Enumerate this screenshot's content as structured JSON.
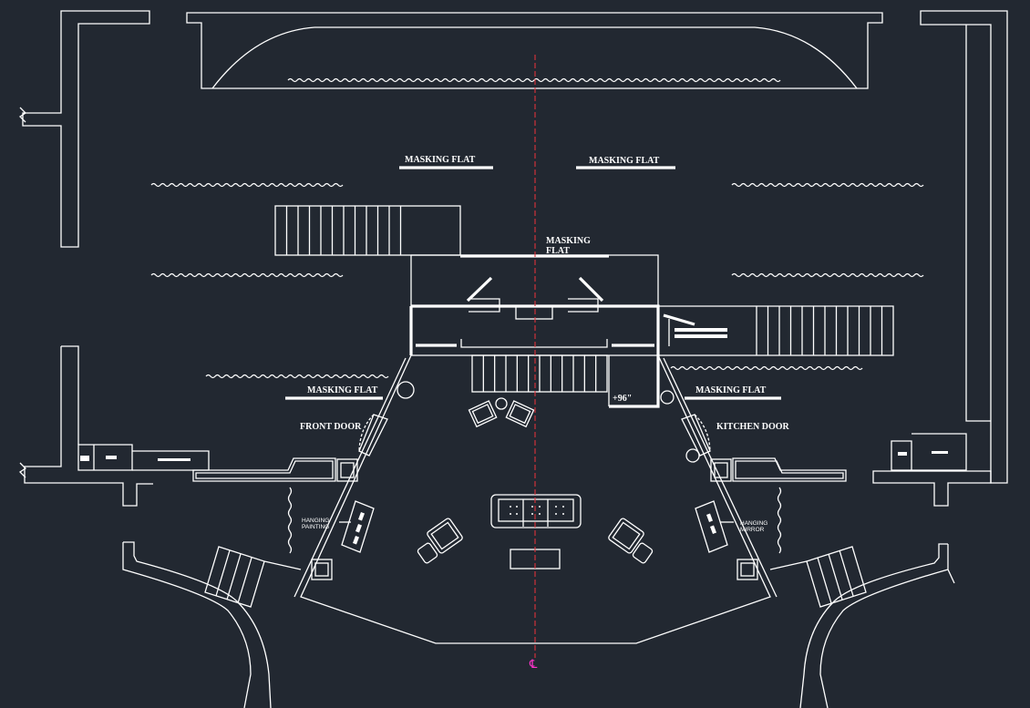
{
  "labels": {
    "masking_flat_upper_left": "MASKING FLAT",
    "masking_flat_upper_right": "MASKING FLAT",
    "masking_flat_center_line1": "MASKING",
    "masking_flat_center_line2": "FLAT",
    "masking_flat_lower_left": "MASKING FLAT",
    "masking_flat_lower_right": "MASKING FLAT",
    "front_door": "FRONT DOOR",
    "kitchen_door": "KITCHEN DOOR",
    "elevation": "+96\"",
    "hanging_painting_line1": "HANGING",
    "hanging_painting_line2": "PAINTING",
    "hanging_mirror_line1": "HANGING",
    "hanging_mirror_line2": "MIRROR",
    "centerline_symbol": "℄"
  },
  "colors": {
    "background": "#222831",
    "linework": "#ffffff",
    "centerline": "#e0323a",
    "centerline_symbol": "#ff33cc"
  }
}
